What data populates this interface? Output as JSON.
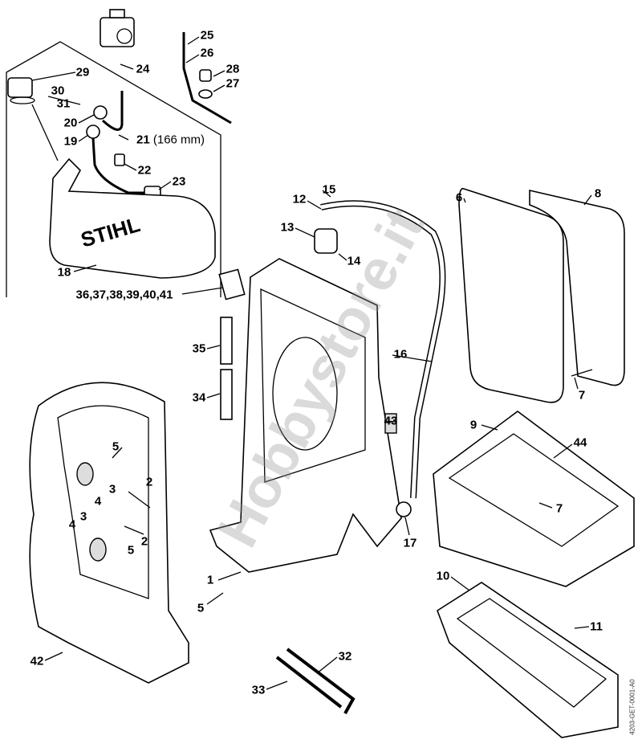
{
  "diagram": {
    "labels": [
      {
        "id": "25",
        "text": "25"
      },
      {
        "id": "26",
        "text": "26"
      },
      {
        "id": "24",
        "text": "24"
      },
      {
        "id": "28",
        "text": "28"
      },
      {
        "id": "27",
        "text": "27"
      },
      {
        "id": "29",
        "text": "29"
      },
      {
        "id": "30",
        "text": "30"
      },
      {
        "id": "31",
        "text": "31"
      },
      {
        "id": "20",
        "text": "20"
      },
      {
        "id": "21",
        "text": "21",
        "note": "(166 mm)"
      },
      {
        "id": "19",
        "text": "19"
      },
      {
        "id": "22",
        "text": "22"
      },
      {
        "id": "23",
        "text": "23"
      },
      {
        "id": "18",
        "text": "18"
      },
      {
        "id": "15",
        "text": "15"
      },
      {
        "id": "12",
        "text": "12"
      },
      {
        "id": "13",
        "text": "13"
      },
      {
        "id": "14",
        "text": "14"
      },
      {
        "id": "6",
        "text": "6"
      },
      {
        "id": "8",
        "text": "8"
      },
      {
        "id": "36-41",
        "text": "36,37,38,39,40,41"
      },
      {
        "id": "35",
        "text": "35"
      },
      {
        "id": "16",
        "text": "16"
      },
      {
        "id": "34",
        "text": "34"
      },
      {
        "id": "7a",
        "text": "7"
      },
      {
        "id": "43",
        "text": "43"
      },
      {
        "id": "9",
        "text": "9"
      },
      {
        "id": "44",
        "text": "44"
      },
      {
        "id": "5a",
        "text": "5"
      },
      {
        "id": "2a",
        "text": "2"
      },
      {
        "id": "3a",
        "text": "3"
      },
      {
        "id": "4a",
        "text": "4"
      },
      {
        "id": "7b",
        "text": "7"
      },
      {
        "id": "3b",
        "text": "3"
      },
      {
        "id": "4b",
        "text": "4"
      },
      {
        "id": "2b",
        "text": "2"
      },
      {
        "id": "5b",
        "text": "5"
      },
      {
        "id": "17",
        "text": "17"
      },
      {
        "id": "1",
        "text": "1"
      },
      {
        "id": "10",
        "text": "10"
      },
      {
        "id": "5c",
        "text": "5"
      },
      {
        "id": "11",
        "text": "11"
      },
      {
        "id": "42",
        "text": "42"
      },
      {
        "id": "32",
        "text": "32"
      },
      {
        "id": "33",
        "text": "33"
      }
    ],
    "tank_logo": "STIHL",
    "drawing_code": "4203-GET-0001-A0",
    "watermark": "Hobbystore.it"
  }
}
